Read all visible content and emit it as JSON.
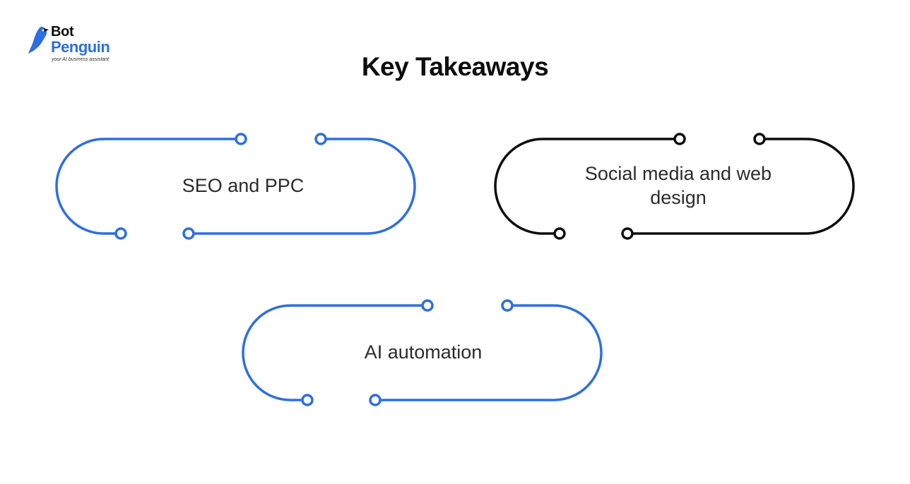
{
  "brand": {
    "name_line1": "Bot",
    "name_line2": "Penguin",
    "tagline": "your AI business assistant",
    "brand_color": "#2d6fe0"
  },
  "title": "Key Takeaways",
  "takeaways": [
    {
      "label": "SEO and PPC",
      "color": "#2d6fe0"
    },
    {
      "label": "Social media and web design",
      "color": "#0d0d0d"
    },
    {
      "label": "AI automation",
      "color": "#2d6fe0"
    }
  ]
}
